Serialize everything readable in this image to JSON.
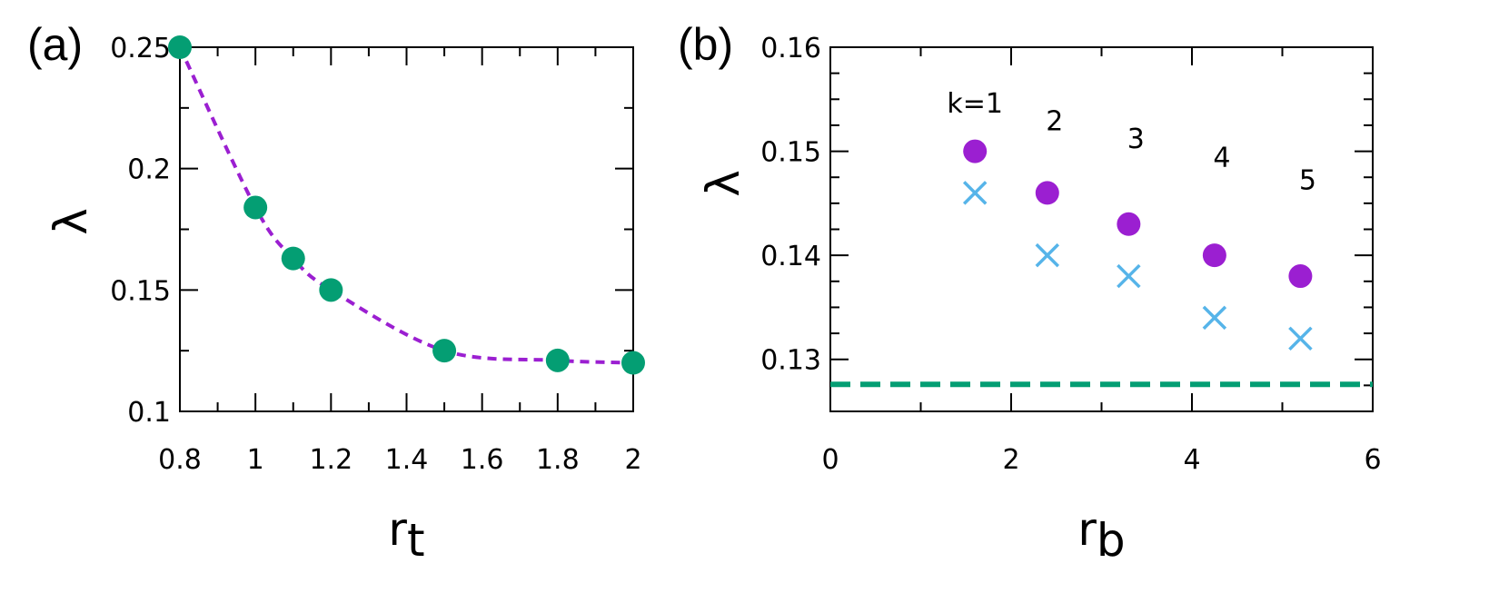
{
  "figure": {
    "panels": [
      "(a)",
      "(b)"
    ]
  },
  "colors": {
    "purple": "#9b1fd1",
    "green": "#049e73",
    "lightblue": "#56b4e9",
    "axis": "#000000"
  },
  "chart_data": [
    {
      "panel": "(a)",
      "type": "scatter",
      "xlabel_main": "r",
      "xlabel_sub": "t",
      "ylabel": "λ",
      "xlim": [
        0.8,
        2.0
      ],
      "ylim": [
        0.1,
        0.25
      ],
      "xticks": [
        0.8,
        1.0,
        1.2,
        1.4,
        1.6,
        1.8,
        2.0
      ],
      "xtick_labels": [
        "0.8",
        "1",
        "1.2",
        "1.4",
        "1.6",
        "1.8",
        "2"
      ],
      "yticks": [
        0.1,
        0.15,
        0.2,
        0.25
      ],
      "ytick_labels": [
        "0.1",
        "0.15",
        "0.2",
        "0.25"
      ],
      "series": [
        {
          "style": "markers",
          "color": "green",
          "x": [
            0.8,
            1.0,
            1.1,
            1.2,
            1.5,
            1.8,
            2.0
          ],
          "y": [
            0.25,
            0.184,
            0.163,
            0.15,
            0.125,
            0.121,
            0.12
          ]
        },
        {
          "style": "dashed-line",
          "color": "purple",
          "x": [
            0.8,
            1.0,
            1.1,
            1.2,
            1.5,
            1.8,
            2.0
          ],
          "y": [
            0.25,
            0.184,
            0.163,
            0.15,
            0.125,
            0.121,
            0.12
          ]
        }
      ]
    },
    {
      "panel": "(b)",
      "type": "scatter",
      "xlabel_main": "r",
      "xlabel_sub": "b",
      "ylabel": "λ",
      "xlim": [
        0,
        6
      ],
      "ylim": [
        0.125,
        0.16
      ],
      "xticks": [
        0,
        2,
        4,
        6
      ],
      "xtick_labels": [
        "0",
        "2",
        "4",
        "6"
      ],
      "yticks": [
        0.13,
        0.14,
        0.15,
        0.16
      ],
      "ytick_labels": [
        "0.13",
        "0.14",
        "0.15",
        "0.16"
      ],
      "series": [
        {
          "style": "circles",
          "color": "purple",
          "x": [
            1.6,
            2.4,
            3.3,
            4.25,
            5.2
          ],
          "y": [
            0.15,
            0.146,
            0.143,
            0.14,
            0.138
          ]
        },
        {
          "style": "crosses",
          "color": "lightblue",
          "x": [
            1.6,
            2.4,
            3.3,
            4.25,
            5.2
          ],
          "y": [
            0.146,
            0.14,
            0.138,
            0.134,
            0.132
          ]
        }
      ],
      "reference_line": {
        "y": 0.1276,
        "style": "dashed",
        "color": "green"
      },
      "annotations": [
        {
          "text": "k=1",
          "x": 1.6,
          "y": 0.1546
        },
        {
          "text": "2",
          "x": 2.4,
          "y": 0.1529
        },
        {
          "text": "3",
          "x": 3.3,
          "y": 0.1512
        },
        {
          "text": "4",
          "x": 4.25,
          "y": 0.1494
        },
        {
          "text": "5",
          "x": 5.2,
          "y": 0.1472
        }
      ]
    }
  ]
}
